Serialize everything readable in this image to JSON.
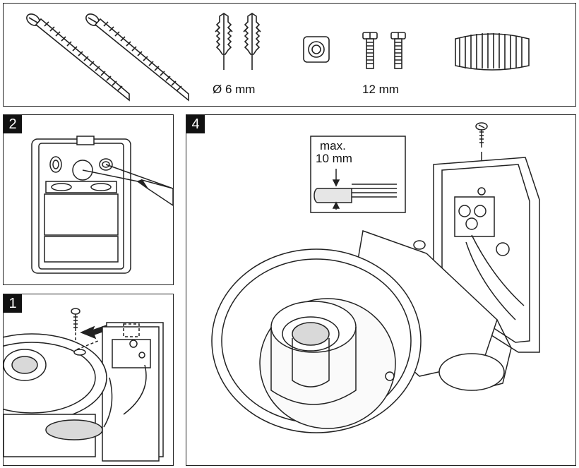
{
  "parts_panel": {
    "anchor_label": "Ø 6 mm",
    "machine_screw_label": "12 mm",
    "items": [
      "wood-screw",
      "wood-screw",
      "wall-plug",
      "wall-plug",
      "square-nut",
      "machine-screw",
      "machine-screw",
      "rubber-seal"
    ]
  },
  "step_2": {
    "number": "2"
  },
  "step_1": {
    "number": "1"
  },
  "step_4": {
    "number": "4",
    "strip_label_line1": "max.",
    "strip_label_line2": "10 mm"
  },
  "colors": {
    "line": "#222222",
    "badge_bg": "#111111",
    "badge_text": "#ffffff",
    "shade": "#d9d9d9"
  }
}
